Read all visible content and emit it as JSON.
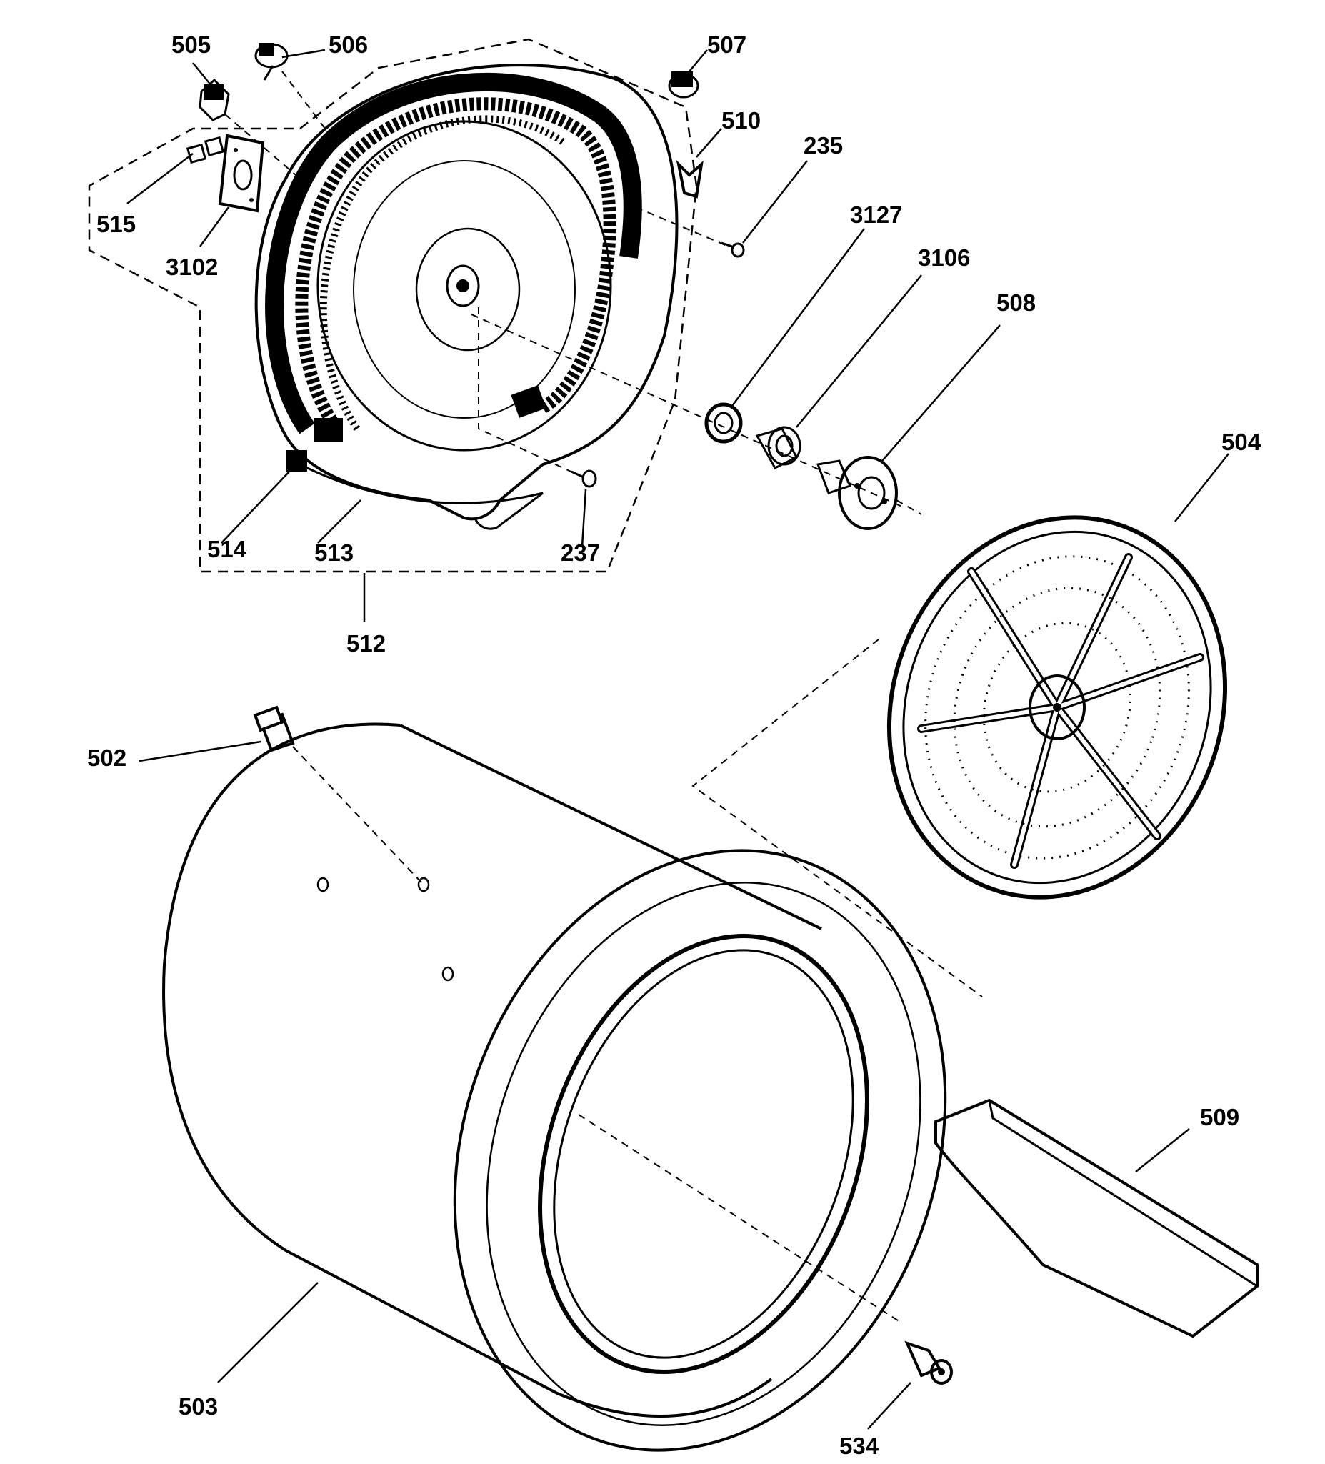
{
  "diagram": {
    "parts": [
      {
        "id": "505",
        "label": "505"
      },
      {
        "id": "506",
        "label": "506"
      },
      {
        "id": "507",
        "label": "507"
      },
      {
        "id": "510",
        "label": "510"
      },
      {
        "id": "235",
        "label": "235"
      },
      {
        "id": "3127",
        "label": "3127"
      },
      {
        "id": "3106",
        "label": "3106"
      },
      {
        "id": "508",
        "label": "508"
      },
      {
        "id": "515",
        "label": "515"
      },
      {
        "id": "3102",
        "label": "3102"
      },
      {
        "id": "514",
        "label": "514"
      },
      {
        "id": "513",
        "label": "513"
      },
      {
        "id": "237",
        "label": "237"
      },
      {
        "id": "512",
        "label": "512"
      },
      {
        "id": "504",
        "label": "504"
      },
      {
        "id": "502",
        "label": "502"
      },
      {
        "id": "509",
        "label": "509"
      },
      {
        "id": "503",
        "label": "503"
      },
      {
        "id": "534",
        "label": "534"
      }
    ]
  }
}
